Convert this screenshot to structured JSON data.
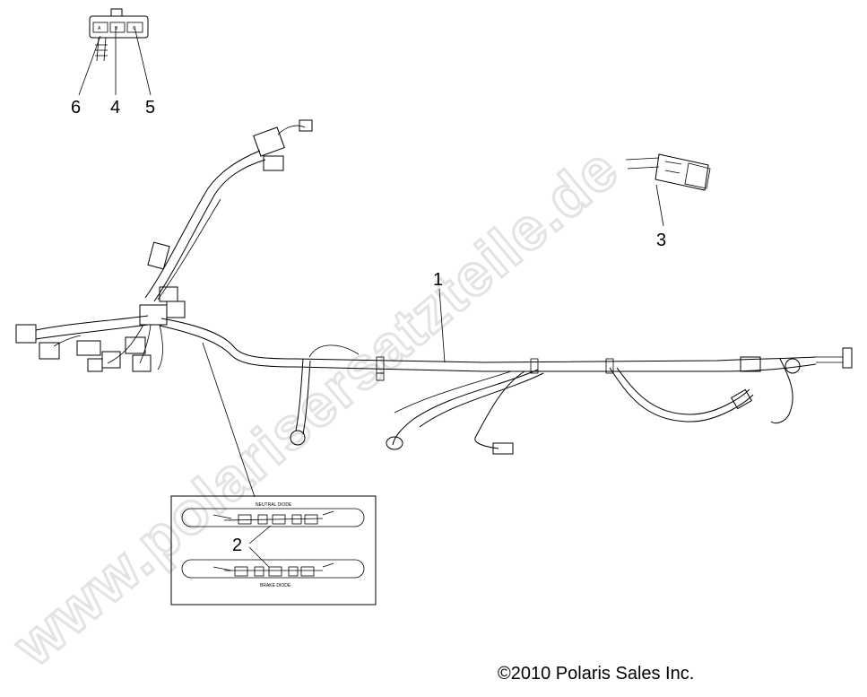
{
  "watermark": "www.polarisersatzteile.de",
  "copyright": "©2010 Polaris Sales Inc.",
  "callouts": [
    "1",
    "2",
    "3",
    "4",
    "5",
    "6"
  ],
  "inset": {
    "top_caption": "NEUTRAL DIODE",
    "bottom_caption": "BRAKE DIODE"
  },
  "connector_pins": [
    "A",
    "B",
    "C"
  ]
}
